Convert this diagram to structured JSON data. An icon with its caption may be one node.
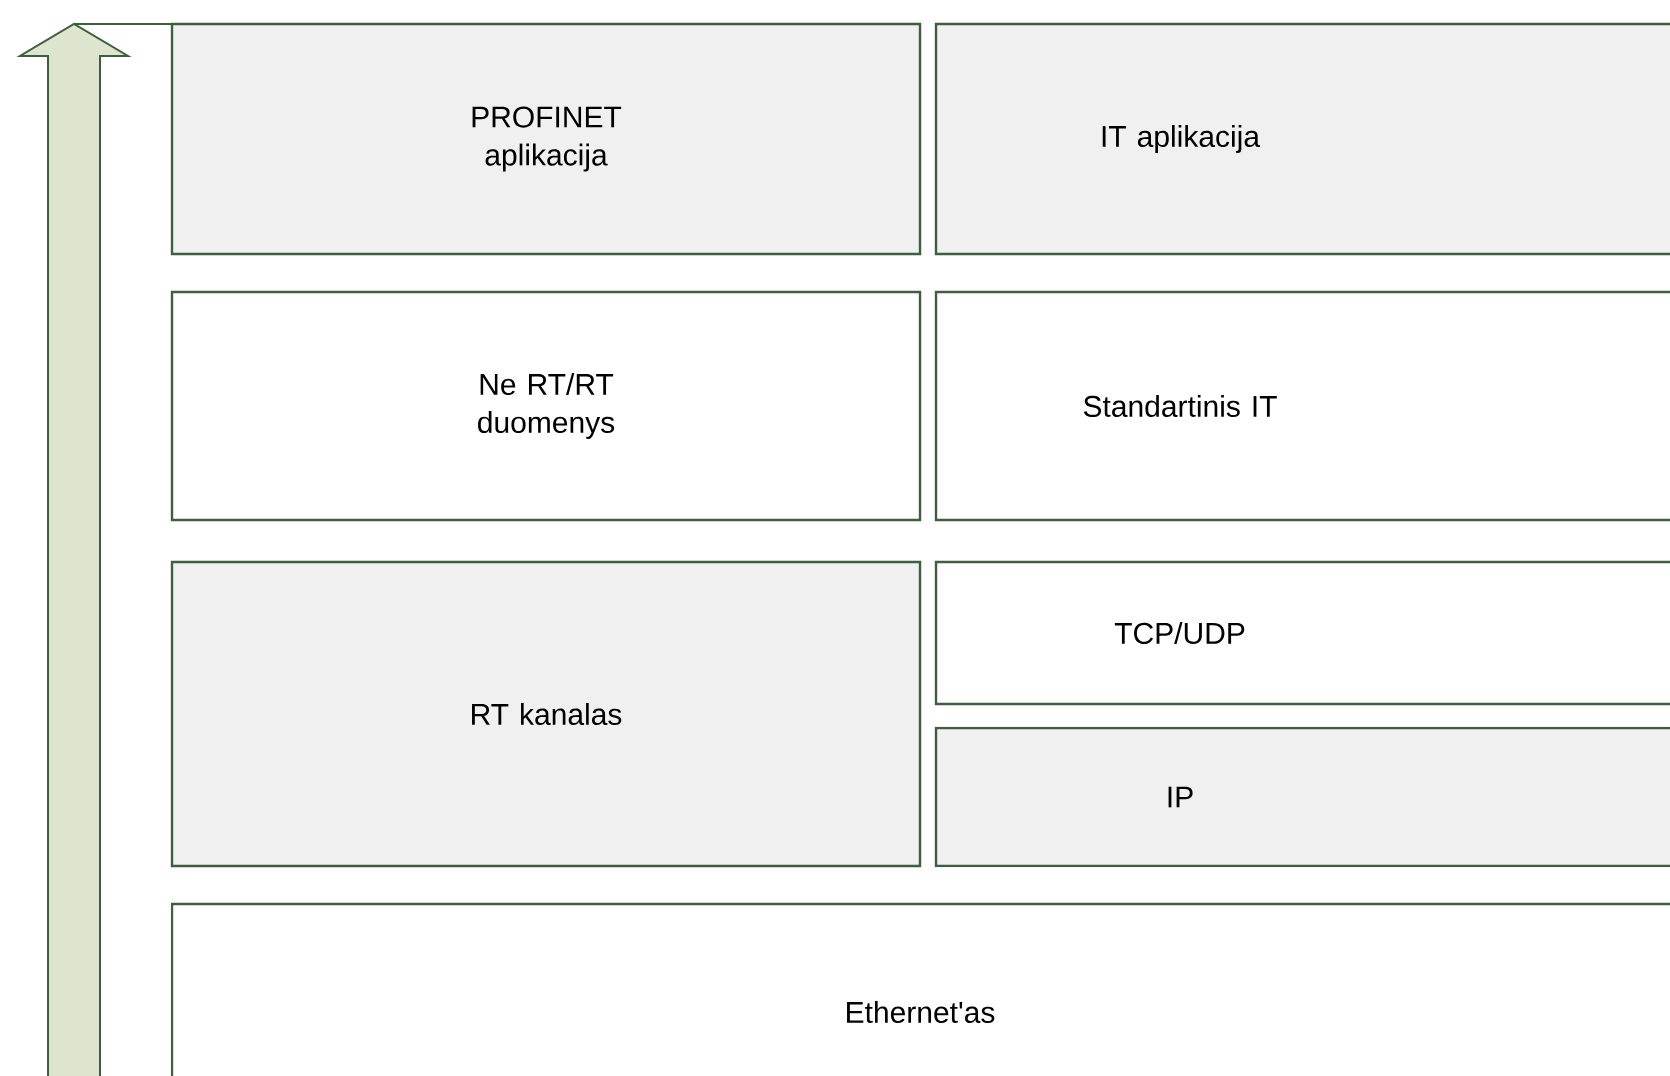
{
  "diagram": {
    "nodes": [
      {
        "text": [
          "PROFINET aplikacija"
        ]
      },
      {
        "text": [
          "IT aplikacija"
        ]
      },
      {
        "text": [
          "Ne RT/RT duomenys"
        ]
      },
      {
        "text": [
          "Standartinis IT"
        ]
      },
      {
        "text": [
          "RT kanalas"
        ]
      },
      {
        "text": [
          "TCP/UDP"
        ]
      },
      {
        "text": [
          "IP"
        ]
      },
      {
        "text": [
          "Ethernet'as"
        ]
      }
    ],
    "edges": []
  }
}
